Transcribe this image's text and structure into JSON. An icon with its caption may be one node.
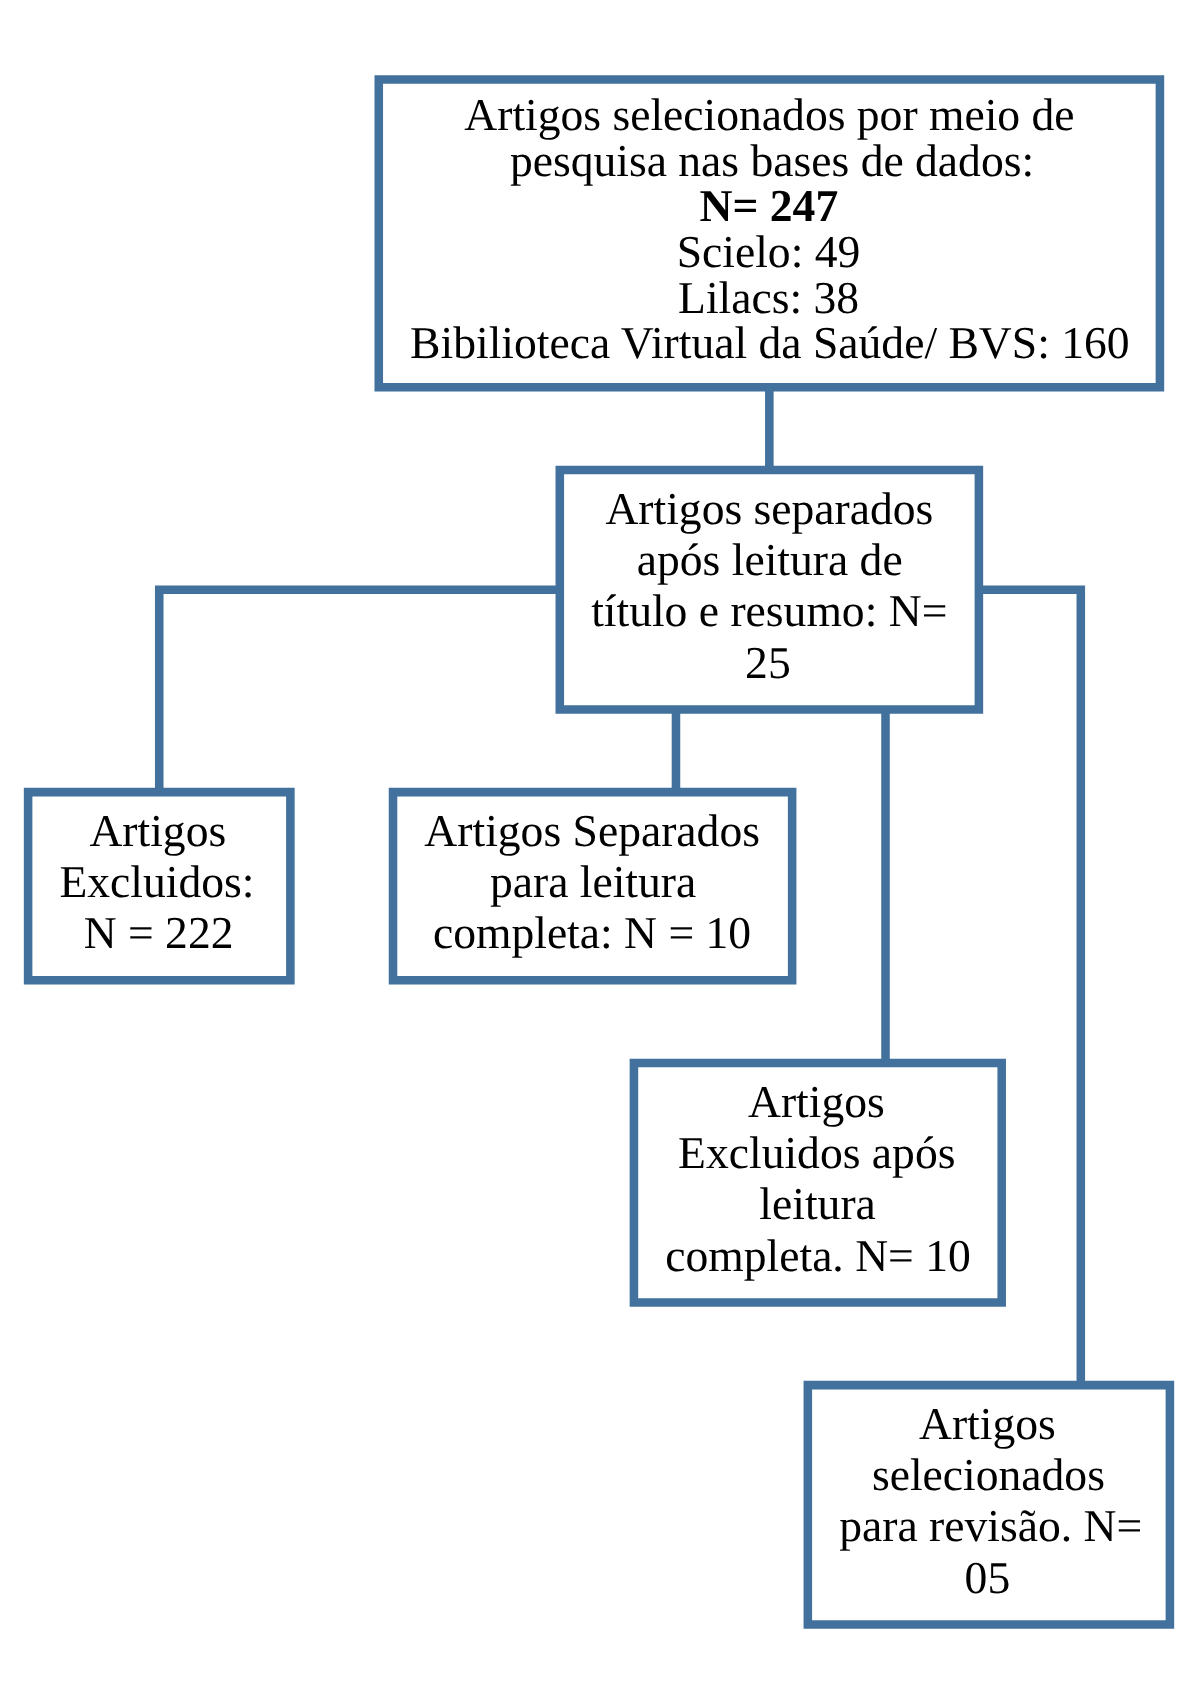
{
  "diagram": {
    "nodes": [
      {
        "text": [
          "Artigos selecionados por meio de pesquisa nas bases de dados: **N= 247**",
          "Scielo: 49",
          "Lilacs: 38",
          "Bibilioteca Virtual da Saúde/ BVS: 160"
        ]
      },
      {
        "text": [
          "Artigos separados após leitura de título e resumo: N= 25"
        ]
      },
      {
        "text": [
          "Artigos Excluidos:",
          "N = 222"
        ]
      },
      {
        "text": [
          "Artigos Separados para leitura completa: N = 10"
        ]
      },
      {
        "text": [
          "Artigos Excluidos após leitura completa. N= 10"
        ]
      },
      {
        "text": [
          "Artigos selecionados para revisão. N= 05"
        ]
      }
    ],
    "edges": [
      {
        "from": 0,
        "to": 1,
        "arrow": "none"
      },
      {
        "from": 1,
        "to": 2,
        "arrow": "none"
      },
      {
        "from": 1,
        "to": 3,
        "arrow": "none"
      },
      {
        "from": 1,
        "to": 4,
        "arrow": "none"
      },
      {
        "from": 1,
        "to": 5,
        "arrow": "none"
      }
    ]
  }
}
